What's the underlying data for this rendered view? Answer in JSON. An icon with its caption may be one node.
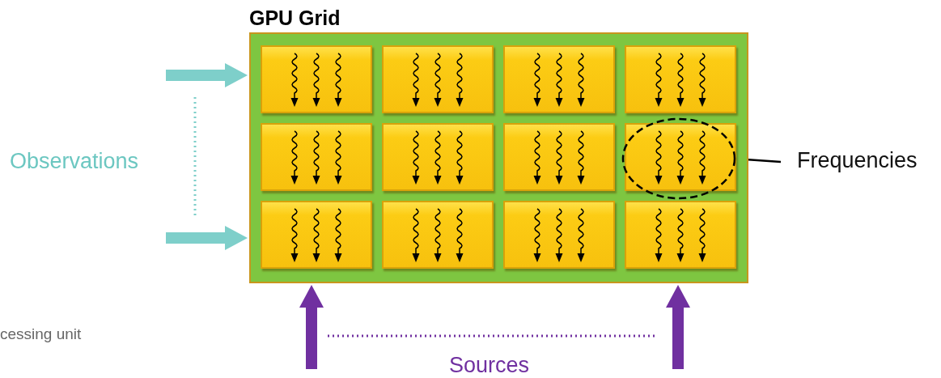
{
  "diagram": {
    "nodes": [
      {
        "text": [
          "GPU Grid"
        ]
      },
      {
        "text": [],
        "shape": "box",
        "in": 0
      },
      {
        "text": [],
        "shape": "box",
        "in": 0
      },
      {
        "text": [],
        "shape": "box",
        "in": 0
      },
      {
        "text": [],
        "shape": "box",
        "in": 0
      },
      {
        "text": [],
        "shape": "box",
        "in": 0
      },
      {
        "text": [],
        "shape": "box",
        "in": 0
      },
      {
        "text": [],
        "shape": "box",
        "in": 0
      },
      {
        "text": [],
        "shape": "ellipse",
        "in": 0
      },
      {
        "text": [],
        "shape": "box",
        "in": 8
      },
      {
        "text": [],
        "shape": "box",
        "in": 0
      },
      {
        "text": [],
        "shape": "box",
        "in": 0
      },
      {
        "text": [],
        "shape": "box",
        "in": 0
      },
      {
        "text": [],
        "shape": "box",
        "in": 0
      },
      {
        "text": [
          "Frequencies"
        ]
      }
    ],
    "edges": [
      {
        "from": null,
        "to": 0,
        "arrow": "to",
        "color": "#7ecfca"
      },
      {
        "from": null,
        "to": 0,
        "arrow": "to",
        "color": "#7ecfca"
      },
      {
        "from": null,
        "to": 0,
        "arrow": "to",
        "color": "#7030a0"
      },
      {
        "from": null,
        "to": 0,
        "arrow": "to",
        "color": "#7030a0"
      },
      {
        "from": 14,
        "to": 8,
        "arrow": "none",
        "color": "#000000"
      }
    ],
    "labels": [
      "Observations",
      "Sources",
      "cessing unit"
    ]
  }
}
